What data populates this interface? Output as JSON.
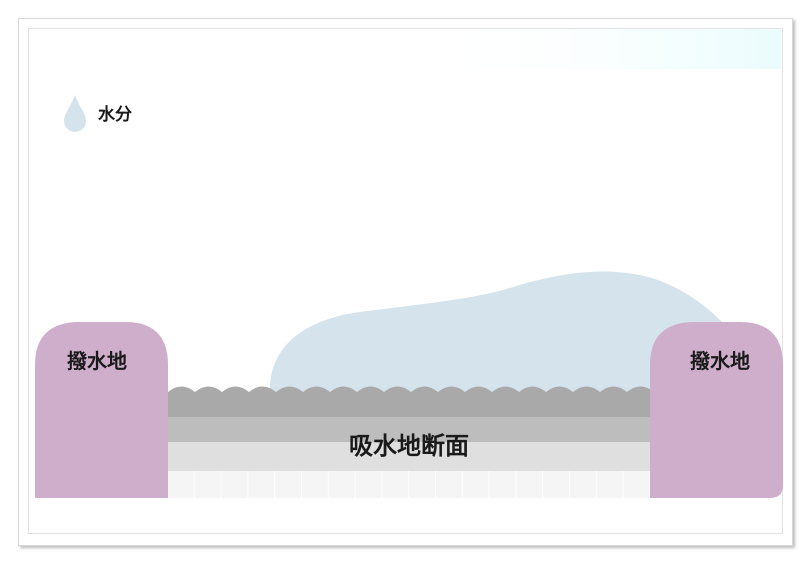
{
  "legend": {
    "icon": "water-drop-icon",
    "label": "水分"
  },
  "left_area": {
    "label": "撥水地"
  },
  "right_area": {
    "label": "撥水地"
  },
  "cross_section": {
    "label": "吸水地断面"
  },
  "colors": {
    "water": "#d5e3ec",
    "repellent": "#cfaecb",
    "layer_dark": "#a9a9a9",
    "layer_mid": "#bdbdbd",
    "layer_light": "#dfdfdf",
    "tiles": "#f5f5f5"
  }
}
